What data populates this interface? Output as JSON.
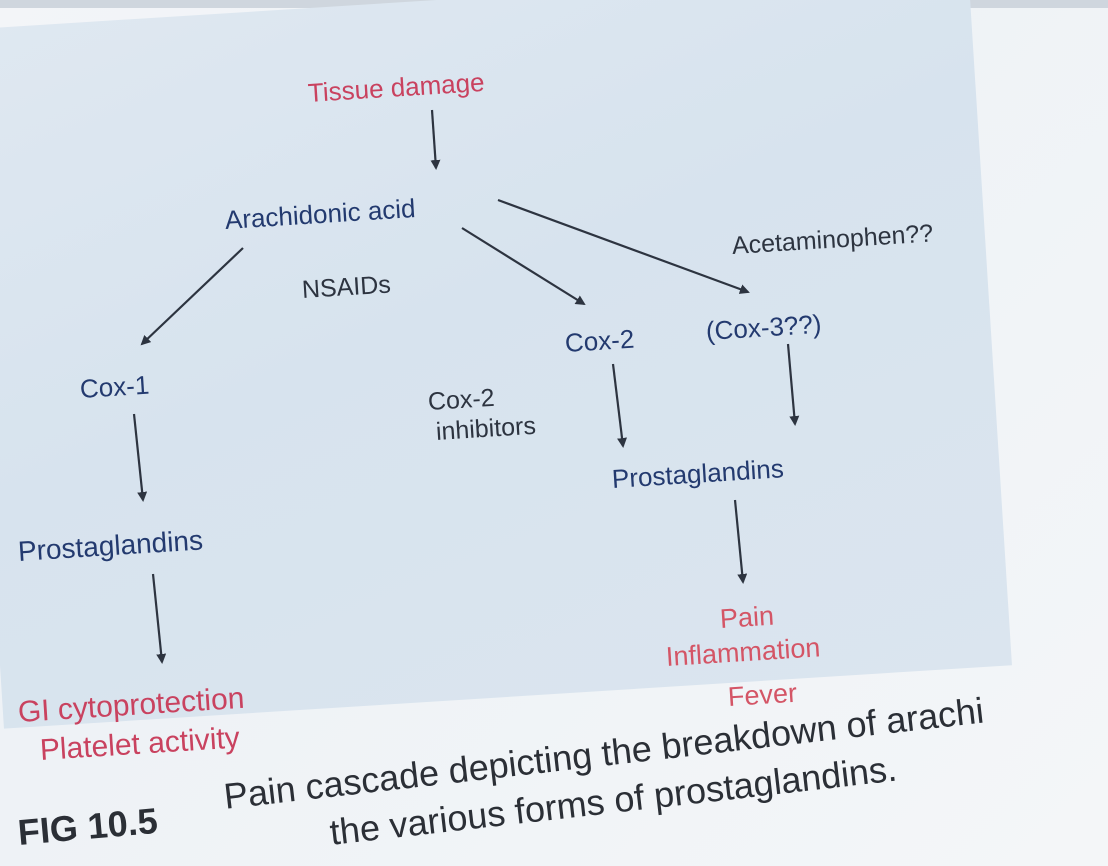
{
  "nodes": {
    "tissue_damage": "Tissue damage",
    "arachidonic_acid": "Arachidonic acid",
    "nsaids": "NSAIDs",
    "acetaminophen": "Acetaminophen??",
    "cox1": "Cox-1",
    "cox2": "Cox-2",
    "cox3": "(Cox-3??)",
    "cox2_inhibitors_line1": "Cox-2",
    "cox2_inhibitors_line2": "inhibitors",
    "prostaglandins_left": "Prostaglandins",
    "prostaglandins_right": "Prostaglandins",
    "gi_line1": "GI cytoprotection",
    "gi_line2": "Platelet activity",
    "pain": "Pain",
    "inflammation": "Inflammation",
    "fever": "Fever"
  },
  "caption": {
    "label": "FIG 10.5",
    "line1": "Pain cascade depicting the breakdown of arachi",
    "line2": "the various forms of prostaglandins."
  },
  "colors": {
    "outcome_red": "#c9425f",
    "enzyme_blue": "#233a6f",
    "text_dark": "#2d3440"
  }
}
